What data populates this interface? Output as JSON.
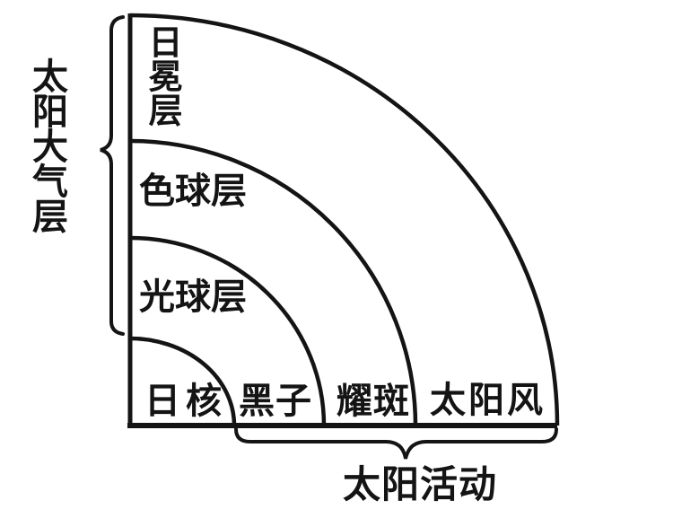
{
  "diagram": {
    "title_meaning": "Structure of the Sun",
    "atmosphere_group_label": "太阳大气层",
    "layers": {
      "corona": "日冕层",
      "chromosphere": "色球层",
      "photosphere": "光球层",
      "core": "日核"
    },
    "activities": {
      "sunspot": "黑子",
      "flare": "耀斑",
      "solar_wind": "太阳风"
    },
    "activity_group_label": "太阳活动"
  },
  "colors": {
    "line": "#141414",
    "background": "#ffffff"
  }
}
